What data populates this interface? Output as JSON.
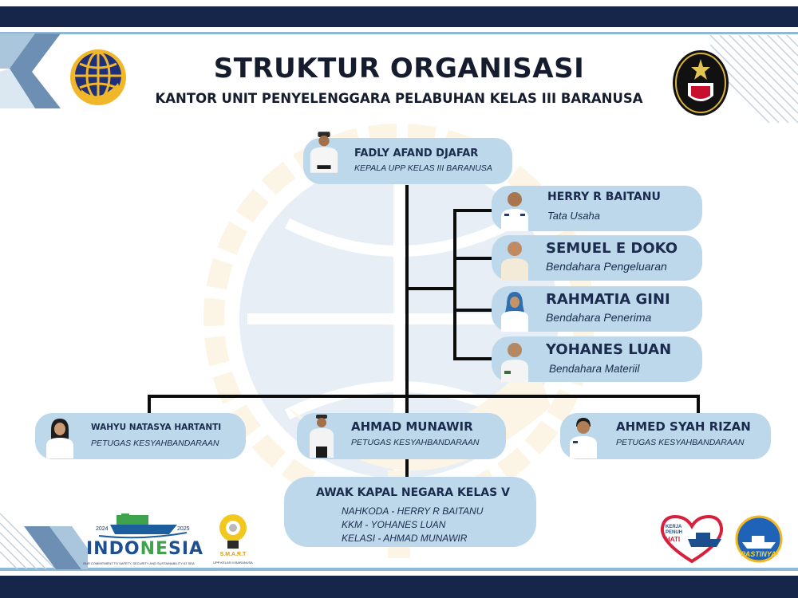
{
  "header": {
    "title": "STRUKTUR ORGANISASI",
    "subtitle": "KANTOR UNIT PENYELENGGARA PELABUHAN KELAS III BARANUSA"
  },
  "head": {
    "name": "FADLY AFAND DJAFAR",
    "role": "KEPALA UPP KELAS III BARANUSA"
  },
  "staff": [
    {
      "name": "HERRY R BAITANU",
      "role": "Tata Usaha"
    },
    {
      "name": "SEMUEL E DOKO",
      "role": "Bendahara Pengeluaran"
    },
    {
      "name": "RAHMATIA GINI",
      "role": "Bendahara Penerima"
    },
    {
      "name": "YOHANES LUAN",
      "role": "Bendahara Materiil"
    }
  ],
  "officers": [
    {
      "name": "WAHYU NATASYA HARTANTI",
      "role": "PETUGAS KESYAHBANDARAAN"
    },
    {
      "name": "AHMAD MUNAWIR",
      "role": "PETUGAS KESYAHBANDARAAN"
    },
    {
      "name": "AHMED SYAH RIZAN",
      "role": "PETUGAS KESYAHBANDARAAN"
    }
  ],
  "crew": {
    "title": "AWAK KAPAL NEGARA KELAS V",
    "lines": [
      "NAHKODA - HERRY R BAITANU",
      "KKM - YOHANES LUAN",
      "KELASI - AHMAD MUNAWIR"
    ]
  },
  "footer_logos": {
    "indonesia": {
      "word_a": "INDO",
      "word_b": "NE",
      "word_c": "SIA",
      "year_start": "2024",
      "year_end": "2025",
      "tagline": "OUR COMMITMENT TO SAFETY, SECURITY AND SUSTAINABILITY AT SEA"
    },
    "smart": {
      "acronym": "S.M.A.R.T",
      "caption": "UPP KELAS III BARANUSA"
    },
    "kerja": {
      "line1": "KERJA",
      "line2": "PENUH",
      "line3": "HATI"
    },
    "pastinya": {
      "text": "PASTINYA!"
    }
  },
  "icons": {
    "logo_left": "ministry-transport-emblem-icon",
    "logo_right": "sea-police-emblem-icon",
    "watermark": "ministry-emblem-watermark-icon"
  },
  "colors": {
    "navy": "#16264a",
    "card": "#bcd8ea",
    "accent_line": "#8fb8d6",
    "watermark_gold": "#f2d28a",
    "watermark_blue": "#9cb6d6"
  }
}
